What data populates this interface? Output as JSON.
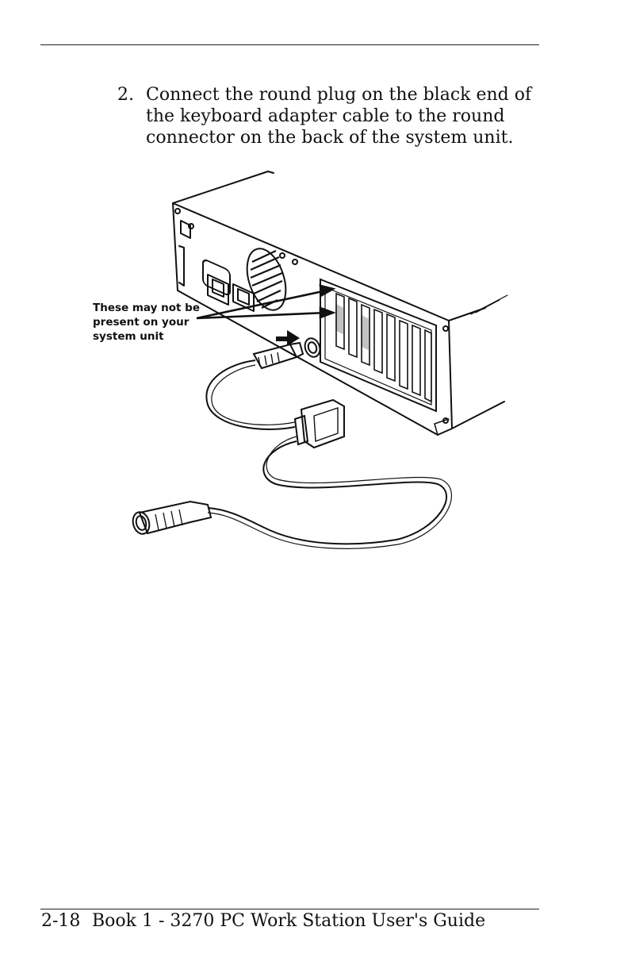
{
  "step": {
    "number": "2.",
    "lines": [
      "Connect the round plug on the black end of",
      "the keyboard adapter cable to the round",
      "connector on the back of the system unit."
    ]
  },
  "figure": {
    "callout_lines": [
      "These may not be",
      "present on your",
      "system unit"
    ]
  },
  "footer": {
    "page_number": "2-18",
    "book_title": "Book 1 - 3270 PC Work Station User's Guide"
  }
}
